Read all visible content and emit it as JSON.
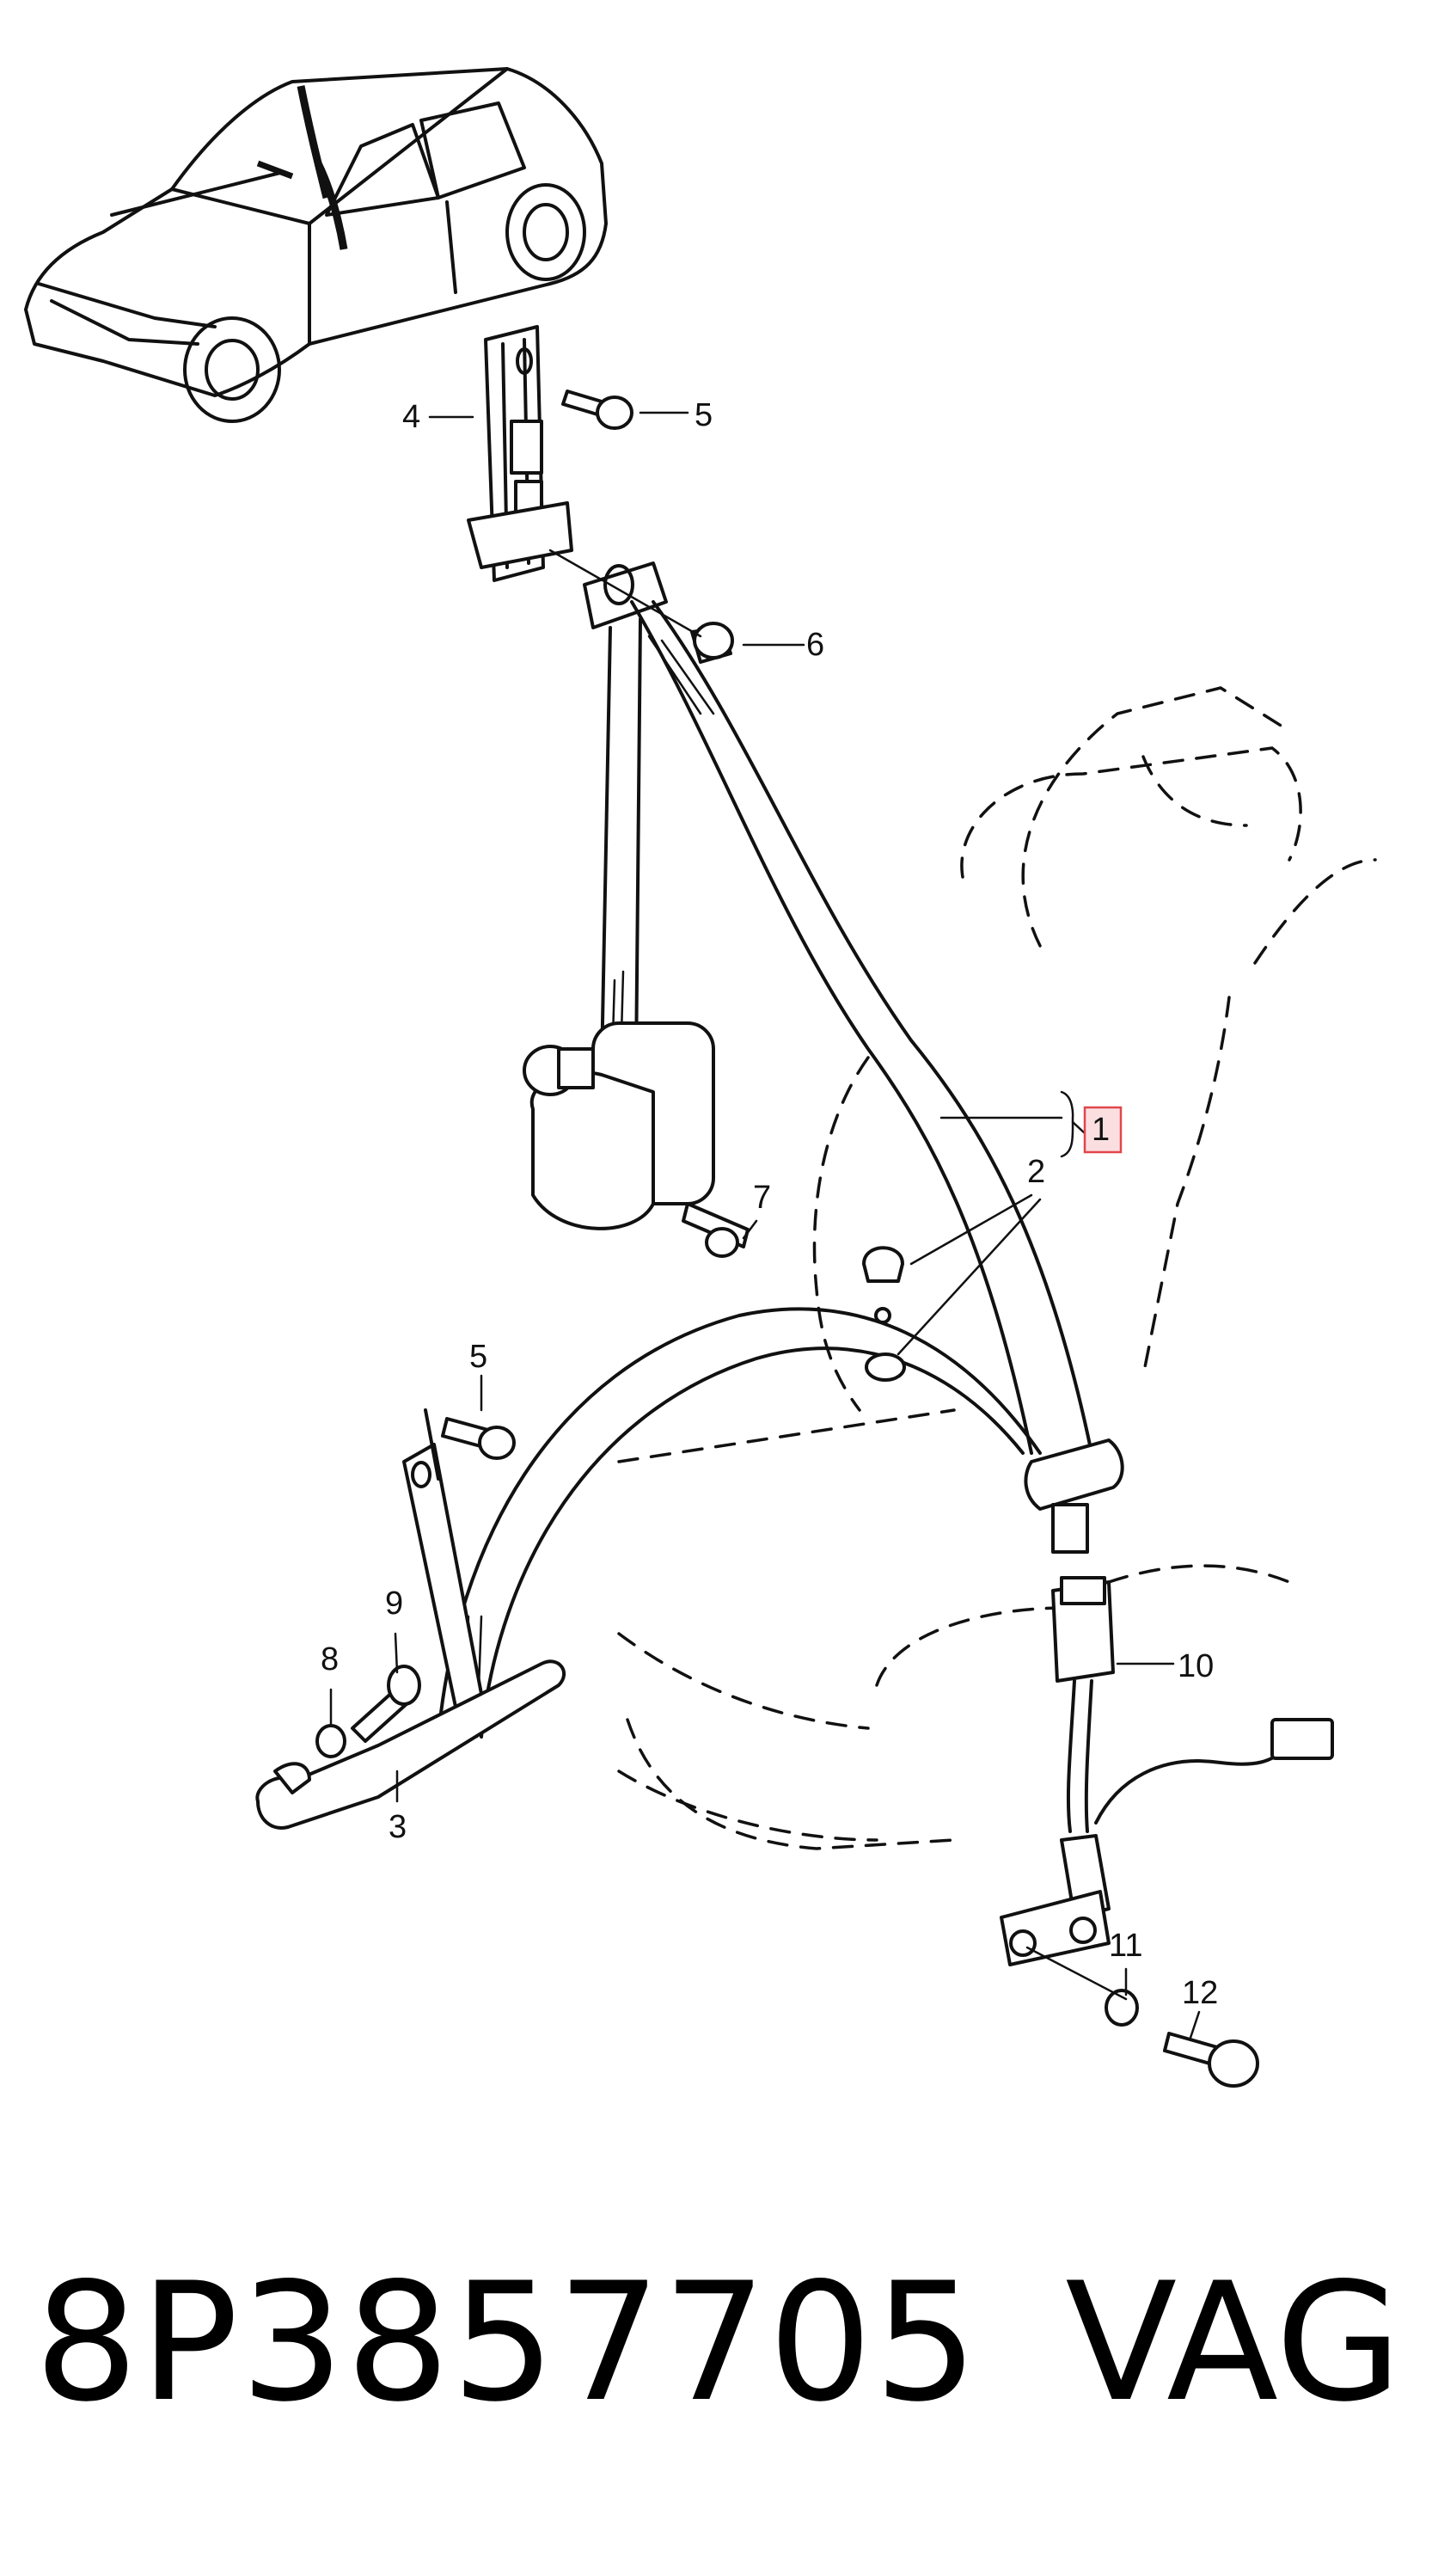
{
  "callouts": {
    "c1": "1",
    "c2": "2",
    "c3": "3",
    "c4": "4",
    "c5a": "5",
    "c5b": "5",
    "c6": "6",
    "c7": "7",
    "c8": "8",
    "c9": "9",
    "c10": "10",
    "c11": "11",
    "c12": "12"
  },
  "highlight_color": "#e0474c",
  "footer": {
    "part_number": "8P3857705",
    "brand": "VAG"
  }
}
